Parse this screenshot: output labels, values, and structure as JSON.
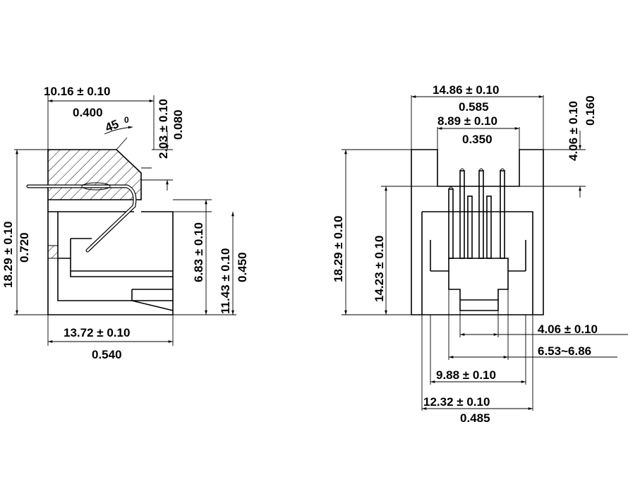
{
  "side_view": {
    "top_width": "10.16 ± 0.10",
    "top_width_in": "0.400",
    "angle": "45",
    "angle_unit": "0",
    "tab_height": "2.03 ± 0.10",
    "tab_height_in": "0.080",
    "height": "18.29 ± 0.10",
    "height_in": "0.720",
    "pin_height": "6.83 ± 0.10",
    "body_height": "11.43 ± 0.10",
    "body_height_in": "0.450",
    "depth": "13.72 ± 0.10",
    "depth_in": "0.540"
  },
  "front_view": {
    "width": "14.86 ± 0.10",
    "width_in": "0.585",
    "opening": "8.89 ± 0.10",
    "opening_in": "0.350",
    "tab_height": "4.06 ± 0.10",
    "tab_height_in": "0.160",
    "height": "18.29 ± 0.10",
    "inner_height": "14.23 ± 0.10",
    "pin_pitch": "4.06 ± 0.10",
    "pin_span": "6.53~6.86",
    "inner_width": "9.88 ± 0.10",
    "base_width": "12.32 ± 0.10",
    "base_width_in": "0.485"
  }
}
